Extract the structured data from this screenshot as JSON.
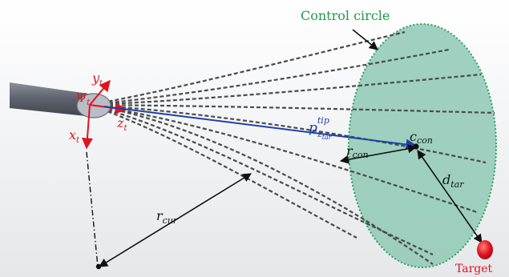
{
  "labels": {
    "control_circle": "Control circle",
    "target": "Target"
  },
  "symbols": {
    "y_t": {
      "base": "y",
      "sub": "t"
    },
    "psi_t": {
      "base": "Ψ",
      "sub": "t"
    },
    "z_t": {
      "base": "z",
      "sub": "t"
    },
    "x_t": {
      "base": "x",
      "sub": "t"
    },
    "p_tip": {
      "base": "p",
      "sup": "tip",
      "sub": "z",
      "subsub": "tar"
    },
    "c_con": {
      "base": "c",
      "sub": "con"
    },
    "r_con": {
      "base": "r",
      "sub": "con"
    },
    "d_tar": {
      "base": "d",
      "sub": "tar"
    },
    "r_cur": {
      "base": "r",
      "sub": "cur"
    }
  },
  "colors": {
    "control_circle_fill": "#8fc9b5",
    "control_circle_stroke": "#2aa35a",
    "control_circle_label": "#1f9a4a",
    "tool": "#5f6470",
    "frame_axes": "#e0141e",
    "tip_vector": "#1f3fa8",
    "target": "#e0141e",
    "dashed_paths": "#4a4a4a",
    "annotations": "#111111"
  }
}
